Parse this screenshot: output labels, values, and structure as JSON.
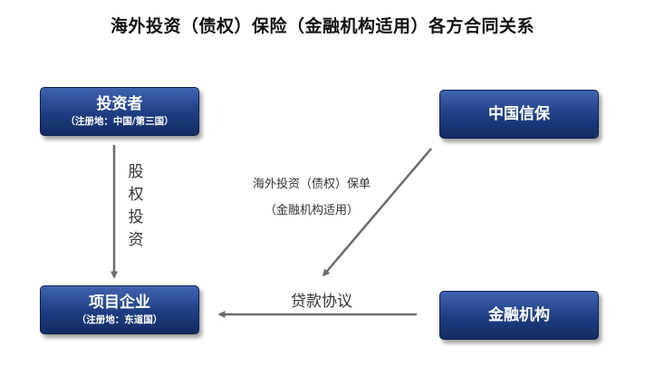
{
  "title": "海外投资（债权）保险（金融机构适用）各方合同关系",
  "nodes": {
    "investor": {
      "label": "投资者",
      "sublabel": "（注册地：中国/第三国）"
    },
    "sinosure": {
      "label": "中国信保"
    },
    "project": {
      "label": "项目企业",
      "sublabel": "（注册地：东道国）"
    },
    "bank": {
      "label": "金融机构"
    }
  },
  "edges": {
    "equity": {
      "label": "股权投资"
    },
    "policy": {
      "label_line1": "海外投资（债权）保单",
      "label_line2": "（金融机构适用）"
    },
    "loan": {
      "label": "贷款协议"
    }
  },
  "colors": {
    "box": "#1e3d82",
    "arrow": "#6b6b6b"
  }
}
